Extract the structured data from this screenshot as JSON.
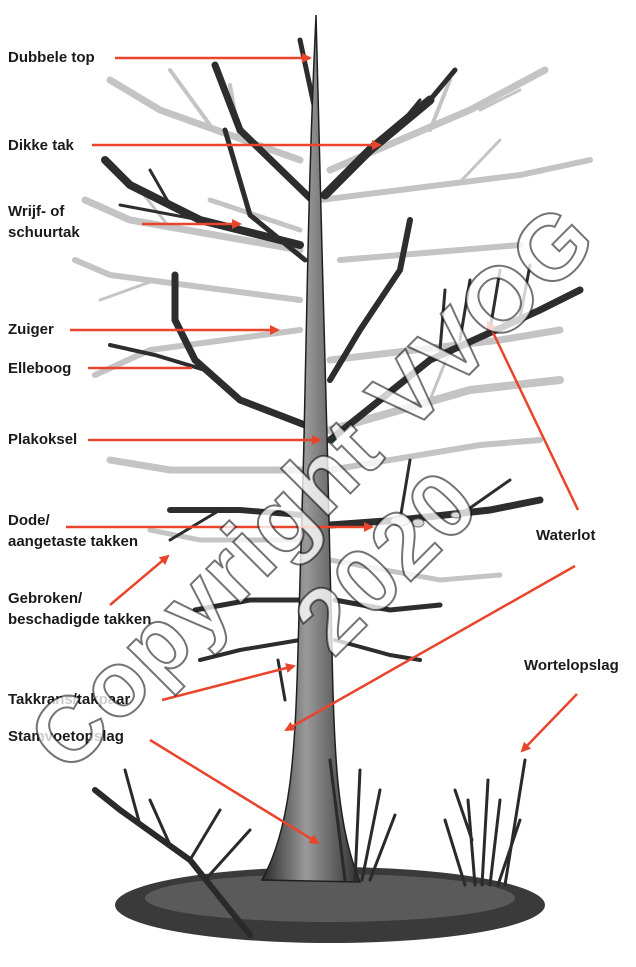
{
  "colors": {
    "arrow": "#e8452c",
    "trunk": "#3a3a3a",
    "ground": "#2b2b2b",
    "ghost": "#bfbfbf"
  },
  "labels": {
    "dubbele_top": "Dubbele top",
    "dikke_tak": "Dikke tak",
    "wrijf_1": "Wrijf- of",
    "wrijf_2": "schuurtak",
    "zuiger": "Zuiger",
    "elleboog": "Elleboog",
    "plakoksel": "Plakoksel",
    "dode_1": "Dode/",
    "dode_2": "aangetaste takken",
    "gebroken_1": "Gebroken/",
    "gebroken_2": "beschadigde takken",
    "waterlot": "Waterlot",
    "takkrans": "Takkrans/takpaar",
    "wortelopslag": "Wortelopslag",
    "stamvoetopslag": "Stamvoetopslag"
  },
  "watermark": "Copyright VVOG 2020"
}
